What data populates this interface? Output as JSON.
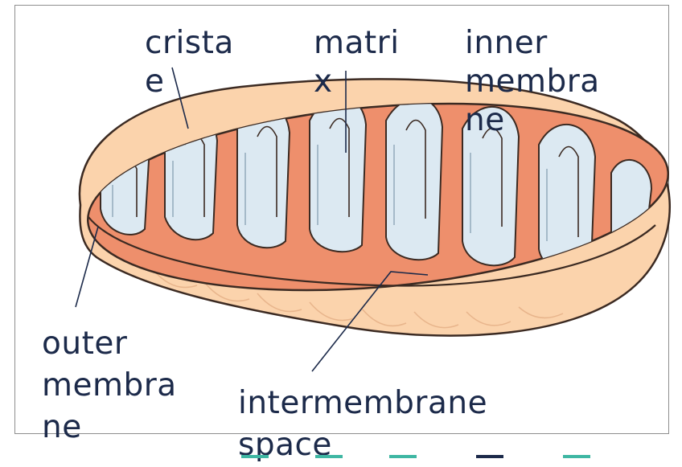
{
  "diagram": {
    "labels": {
      "cristae": [
        "crista",
        "e"
      ],
      "matrix": [
        "matri",
        "x"
      ],
      "inner_membrane": [
        "inner",
        "membra",
        "ne"
      ],
      "outer_membrane": [
        "outer",
        "membra",
        "ne"
      ],
      "intermembrane_space": [
        "intermembrane",
        "space"
      ]
    }
  },
  "colors": {
    "outer_membrane": "#f2a070",
    "outer_membrane_light": "#fbd3ac",
    "inner_membrane": "#ee8f6c",
    "matrix": "#dce9f2",
    "outline": "#3b2a22",
    "leader_line": "#1c2a4a",
    "label_text": "#1c2a4a",
    "accent_teal": "#3fb7a3",
    "accent_navy": "#1c2a4a"
  }
}
